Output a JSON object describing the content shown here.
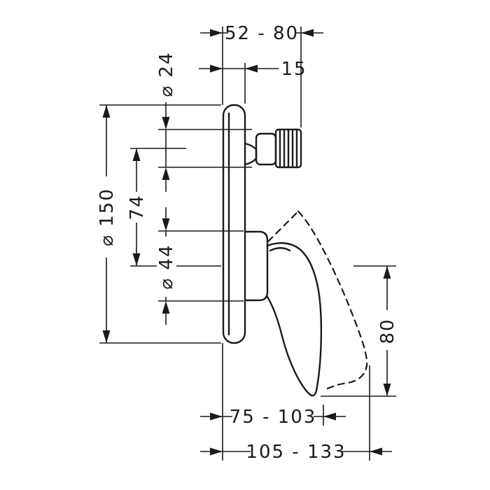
{
  "colors": {
    "background": "#ffffff",
    "line": "#1a1a1a"
  },
  "dims": {
    "depth_range": "52 - 80",
    "plate_offset": "15",
    "stub_diameter": "⌀ 24",
    "plate_diameter": "⌀ 150",
    "axis_distance": "74",
    "sleeve_diameter": "⌀ 44",
    "handle_drop": "80",
    "reach_range_closed": "75 - 103",
    "reach_range_open": "105 - 133"
  }
}
